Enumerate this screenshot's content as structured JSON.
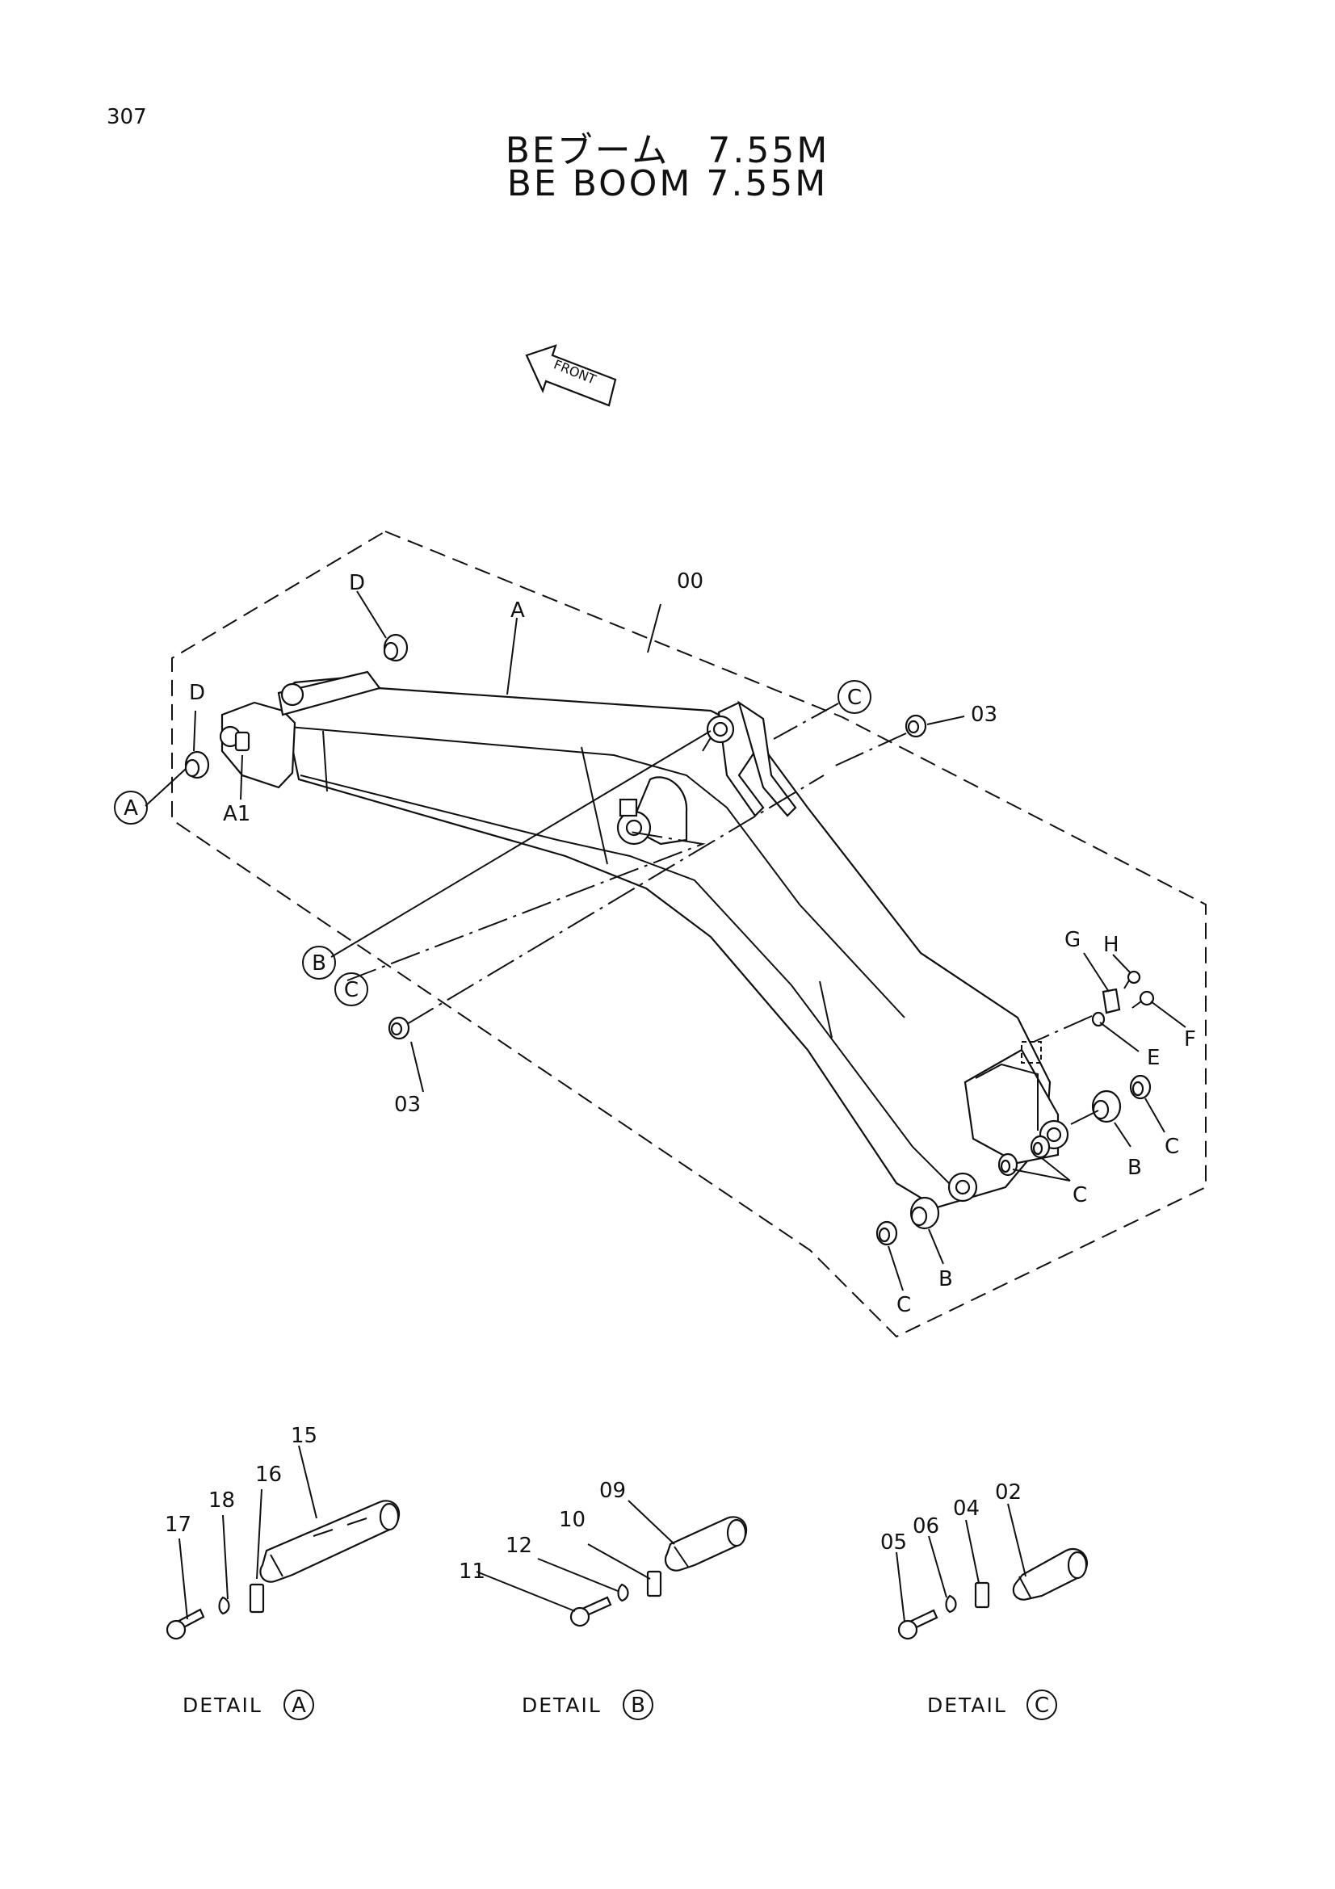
{
  "page_number": "307",
  "title_jp": "BEブーム　7.55M",
  "title_en": "BE BOOM  7.55M",
  "front_arrow": "FRONT",
  "callouts": {
    "assembly": "00",
    "boom": "A",
    "d_top": "D",
    "d_left": "D",
    "a_ring": "A",
    "a1": "A1",
    "b_ring": "B",
    "c_ring_mid": "C",
    "c_ring_top": "C",
    "o3_left": "03",
    "o3_right": "03",
    "h": "H",
    "g": "G",
    "f": "F",
    "e": "E",
    "b_right": "B",
    "c_right": "C",
    "c_mid": "C",
    "b_bottom": "B",
    "c_bottom": "C"
  },
  "detail_a": {
    "caption": "DETAIL",
    "ring": "A",
    "parts": [
      "15",
      "16",
      "18",
      "17"
    ]
  },
  "detail_b": {
    "caption": "DETAIL",
    "ring": "B",
    "parts": [
      "09",
      "10",
      "12",
      "11"
    ]
  },
  "detail_c": {
    "caption": "DETAIL",
    "ring": "C",
    "parts": [
      "02",
      "04",
      "06",
      "05"
    ]
  }
}
